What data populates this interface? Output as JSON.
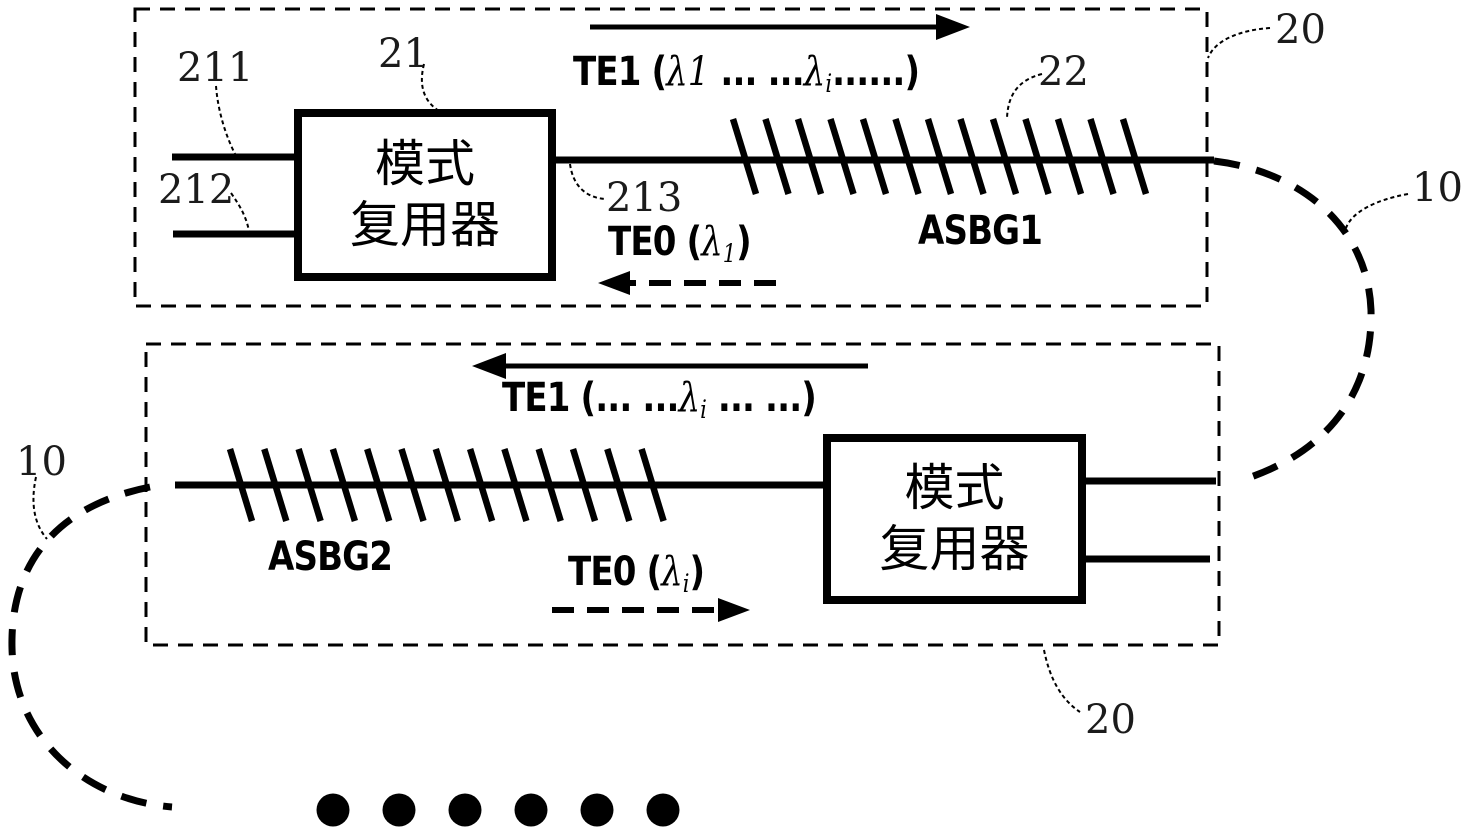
{
  "figure": {
    "background_color": "#ffffff",
    "line_color": "#000000",
    "text_color": "#1b1b1b"
  },
  "stage1": {
    "ref_box": "20",
    "ref_mux": "21",
    "ref_input_upper": "211",
    "ref_input_lower": "212",
    "ref_output": "213",
    "ref_grating": "22",
    "mux_label_line1": "模式",
    "mux_label_line2": "复用器",
    "grating_label": "ASBG1",
    "grating_marks": 13,
    "te1_label": [
      {
        "t": "TE1 ("
      },
      {
        "t": "λ1",
        "s": "lambda"
      },
      {
        "t": " ... ..."
      },
      {
        "t": "λ",
        "s": "lambda"
      },
      {
        "t": "i",
        "s": "lambda-sub"
      },
      {
        "t": "......)"
      }
    ],
    "te0_label": [
      {
        "t": "TE0 ("
      },
      {
        "t": "λ",
        "s": "lambda"
      },
      {
        "t": "1",
        "s": "lambda-sub"
      },
      {
        "t": ")"
      }
    ]
  },
  "stage2": {
    "ref_box": "20",
    "mux_label_line1": "模式",
    "mux_label_line2": "复用器",
    "grating_label": "ASBG2",
    "grating_marks": 13,
    "te1_label": [
      {
        "t": "TE1 (... ..."
      },
      {
        "t": "λ",
        "s": "lambda"
      },
      {
        "t": "i",
        "s": "lambda-sub"
      },
      {
        "t": " ... ...)"
      }
    ],
    "te0_label": [
      {
        "t": "TE0 ("
      },
      {
        "t": "λ",
        "s": "lambda"
      },
      {
        "t": "i",
        "s": "lambda-sub"
      },
      {
        "t": ")"
      }
    ]
  },
  "fiber": {
    "ref_right": "10",
    "ref_left": "10"
  },
  "continuation_dots": 6
}
